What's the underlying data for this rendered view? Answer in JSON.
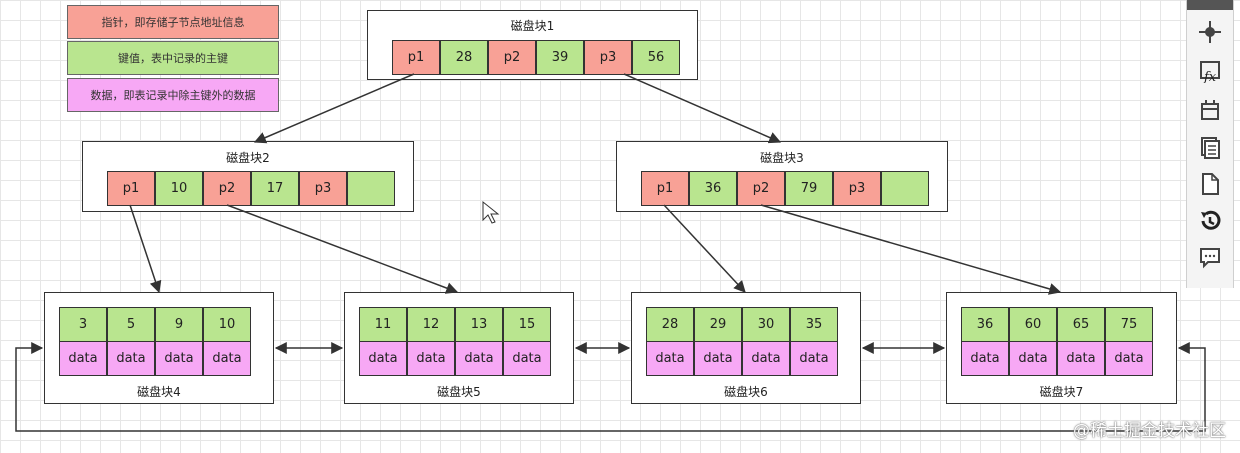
{
  "legend": [
    {
      "text": "指针，即存储子节点地址信息",
      "color": "#f8a196"
    },
    {
      "text": "键值，表中记录的主键",
      "color": "#b9e58f"
    },
    {
      "text": "数据，即表记录中除主键外的数据",
      "color": "#f7a8f5"
    }
  ],
  "blocks": {
    "b1": {
      "title": "磁盘块1",
      "cells": [
        {
          "t": "p",
          "v": "p1"
        },
        {
          "t": "k",
          "v": "28"
        },
        {
          "t": "p",
          "v": "p2"
        },
        {
          "t": "k",
          "v": "39"
        },
        {
          "t": "p",
          "v": "p3"
        },
        {
          "t": "k",
          "v": "56"
        }
      ]
    },
    "b2": {
      "title": "磁盘块2",
      "cells": [
        {
          "t": "p",
          "v": "p1"
        },
        {
          "t": "k",
          "v": "10"
        },
        {
          "t": "p",
          "v": "p2"
        },
        {
          "t": "k",
          "v": "17"
        },
        {
          "t": "p",
          "v": "p3"
        },
        {
          "t": "k",
          "v": ""
        }
      ]
    },
    "b3": {
      "title": "磁盘块3",
      "cells": [
        {
          "t": "p",
          "v": "p1"
        },
        {
          "t": "k",
          "v": "36"
        },
        {
          "t": "p",
          "v": "p2"
        },
        {
          "t": "k",
          "v": "79"
        },
        {
          "t": "p",
          "v": "p3"
        },
        {
          "t": "k",
          "v": ""
        }
      ]
    },
    "b4": {
      "title": "磁盘块4",
      "keys": [
        "3",
        "5",
        "9",
        "10"
      ],
      "data": [
        "data",
        "data",
        "data",
        "data"
      ]
    },
    "b5": {
      "title": "磁盘块5",
      "keys": [
        "11",
        "12",
        "13",
        "15"
      ],
      "data": [
        "data",
        "data",
        "data",
        "data"
      ]
    },
    "b6": {
      "title": "磁盘块6",
      "keys": [
        "28",
        "29",
        "30",
        "35"
      ],
      "data": [
        "data",
        "data",
        "data",
        "data"
      ]
    },
    "b7": {
      "title": "磁盘块7",
      "keys": [
        "36",
        "60",
        "65",
        "75"
      ],
      "data": [
        "data",
        "data",
        "data",
        "data"
      ]
    }
  },
  "colors": {
    "pointer": "#f8a196",
    "key": "#b9e58f",
    "data": "#f7a8f5",
    "line": "#333333"
  },
  "toolbar": [
    "navigate-icon",
    "format-icon",
    "table-icon",
    "pages-icon",
    "page-icon",
    "history-icon",
    "comment-icon"
  ],
  "watermark": "@稀土掘金技术社区"
}
